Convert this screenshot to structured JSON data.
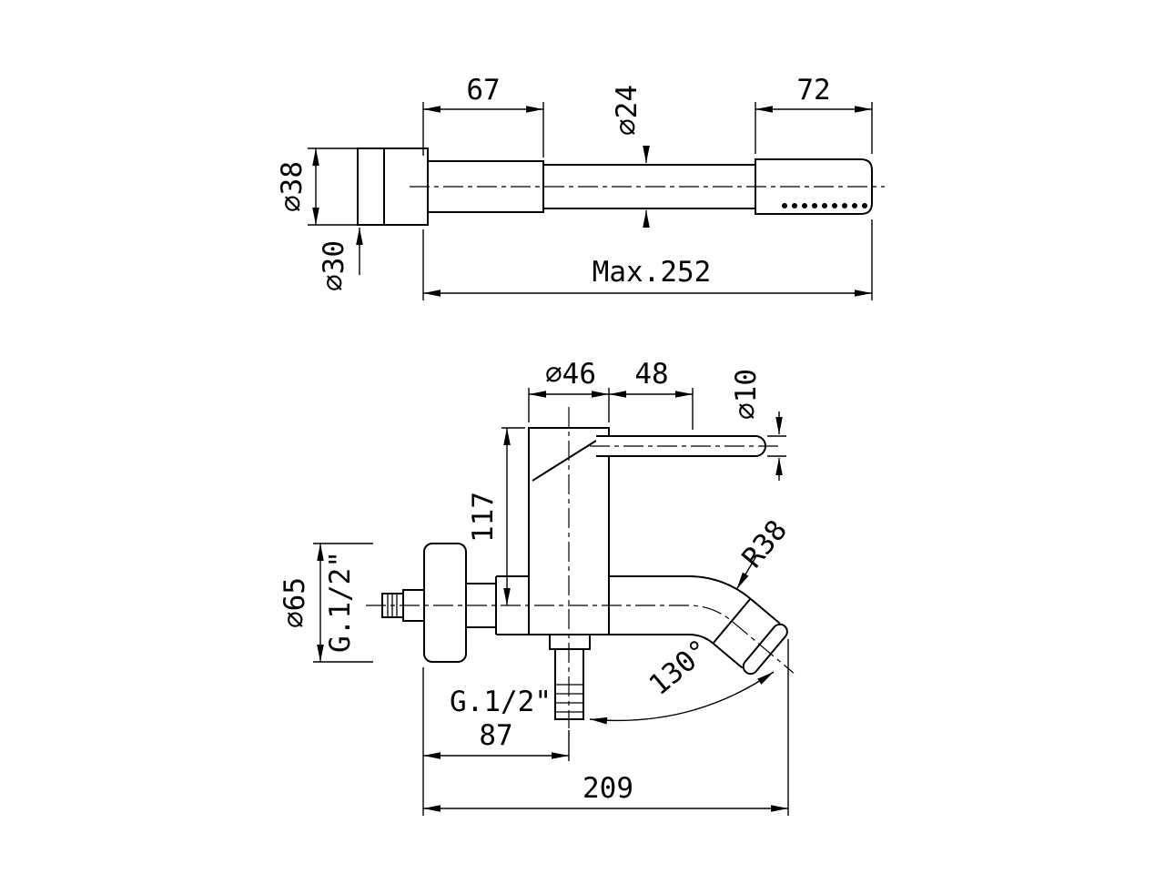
{
  "drawing": {
    "background": "#ffffff",
    "line_color": "#000000",
    "views": {
      "hand_shower": {
        "name": "hand-shower-side-view",
        "dims": {
          "grip_length": "67",
          "head_length": "72",
          "tube_diameter": "⌀24",
          "bracket_diameter": "⌀38",
          "cone_diameter": "⌀30",
          "max_length": "Max.252"
        }
      },
      "mixer": {
        "name": "wall-mixer-side-view",
        "dims": {
          "body_diameter": "⌀46",
          "handle_offset": "48",
          "lever_diameter": "⌀10",
          "body_height": "117",
          "flange_diameter": "⌀65",
          "inlet_thread": "G.1/2\"",
          "spout_radius": "R38",
          "spout_angle": "130°",
          "outlet_thread": "G.1/2\"",
          "outlet_offset": "87",
          "total_reach": "209"
        }
      }
    }
  }
}
